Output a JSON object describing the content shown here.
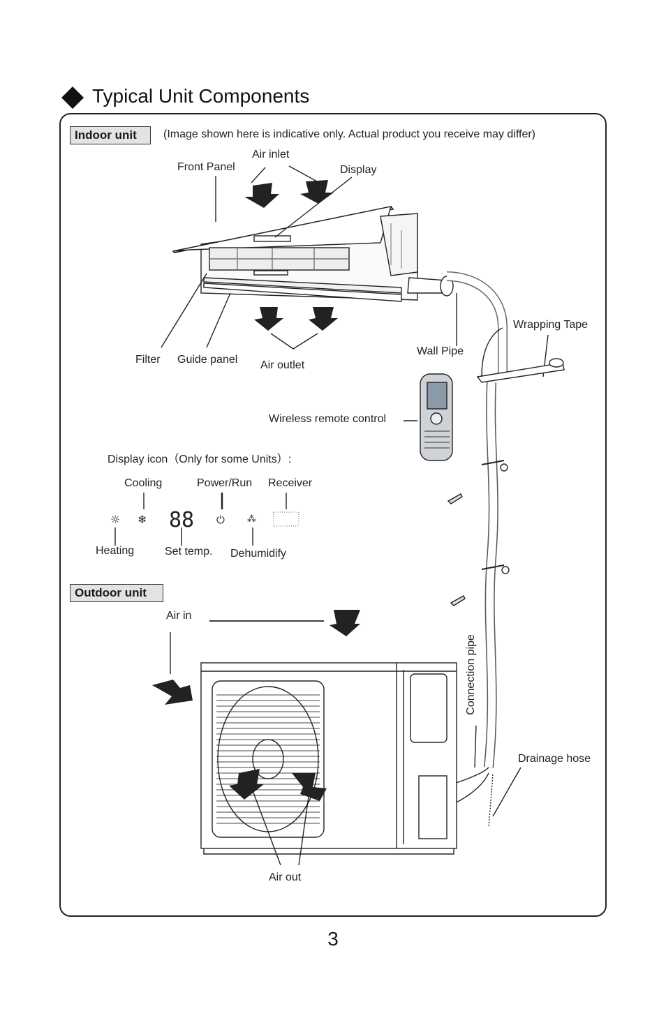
{
  "heading": "Typical Unit Components",
  "indoor": {
    "tag": "Indoor unit",
    "note": "(Image shown here is indicative only. Actual product you receive may differ)",
    "labels": {
      "air_inlet": "Air inlet",
      "front_panel": "Front Panel",
      "display": "Display",
      "filter": "Filter",
      "guide_panel": "Guide panel",
      "air_outlet": "Air outlet",
      "wall_pipe": "Wall Pipe",
      "wrapping_tape": "Wrapping Tape",
      "remote": "Wireless remote control"
    }
  },
  "display_icons": {
    "title": "Display icon（Only for some Units）:",
    "cooling": "Cooling",
    "power_run": "Power/Run",
    "receiver": "Receiver",
    "heating": "Heating",
    "set_temp": "Set temp.",
    "dehumidify": "Dehumidify",
    "digits": "88"
  },
  "outdoor": {
    "tag": "Outdoor unit",
    "labels": {
      "air_in": "Air in",
      "connection_pipe": "Connection pipe",
      "drainage_hose": "Drainage hose",
      "air_out": "Air out"
    }
  },
  "page_number": "3"
}
